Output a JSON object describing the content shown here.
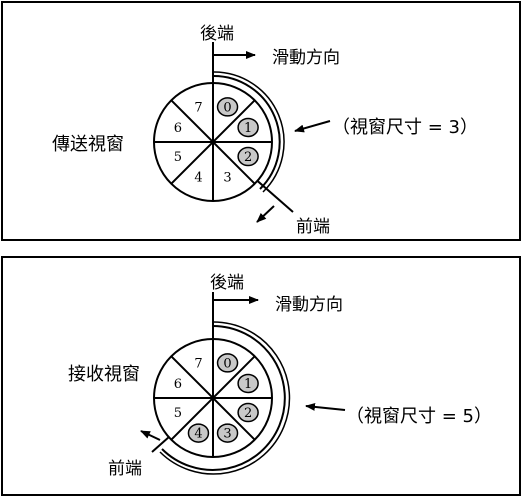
{
  "panels": [
    {
      "id": "sender",
      "side_label": "傳送視窗",
      "back_label": "後端",
      "front_label": "前端",
      "direction_label": "滑動方向",
      "size_label": "（視窗尺寸 = 3）",
      "window_size": 3,
      "slots": [
        "0",
        "1",
        "2",
        "3",
        "4",
        "5",
        "6",
        "7"
      ],
      "in_window": [
        "0",
        "1",
        "2"
      ]
    },
    {
      "id": "receiver",
      "side_label": "接收視窗",
      "back_label": "後端",
      "front_label": "前端",
      "direction_label": "滑動方向",
      "size_label": "（視窗尺寸 = 5）",
      "window_size": 5,
      "slots": [
        "0",
        "1",
        "2",
        "3",
        "4",
        "5",
        "6",
        "7"
      ],
      "in_window": [
        "0",
        "1",
        "2",
        "3",
        "4"
      ]
    }
  ],
  "colors": {
    "stroke": "#000000",
    "highlight": "#c8c8c8",
    "background": "#ffffff"
  }
}
